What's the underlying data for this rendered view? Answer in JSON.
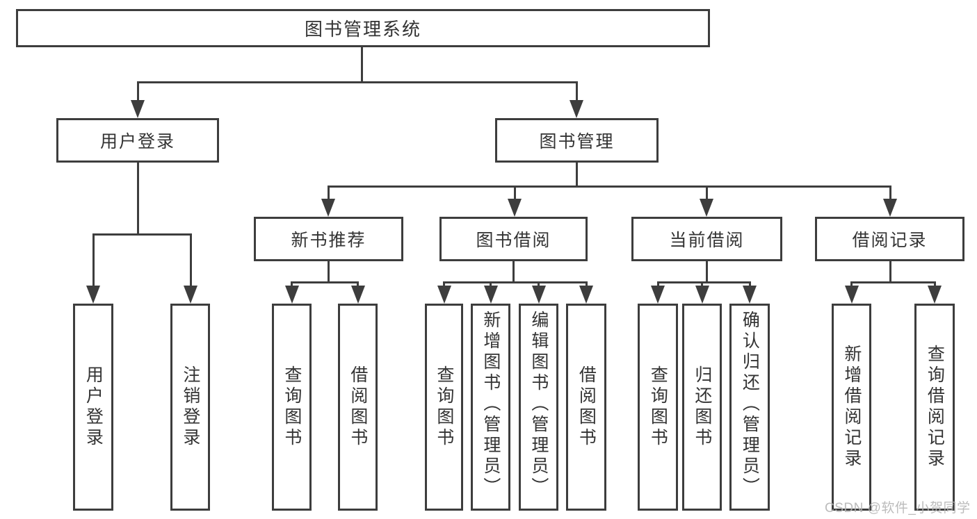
{
  "tree": {
    "root": {
      "label": "图书管理系统"
    },
    "branches": [
      {
        "label": "用户登录",
        "children": [
          {
            "label": "用户登录"
          },
          {
            "label": "注销登录"
          }
        ]
      },
      {
        "label": "图书管理",
        "children": [
          {
            "label": "新书推荐",
            "children": [
              {
                "label": "查询图书"
              },
              {
                "label": "借阅图书"
              }
            ]
          },
          {
            "label": "图书借阅",
            "children": [
              {
                "label": "查询图书"
              },
              {
                "label": "新增图书（管理员）"
              },
              {
                "label": "编辑图书（管理员）"
              },
              {
                "label": "借阅图书"
              }
            ]
          },
          {
            "label": "当前借阅",
            "children": [
              {
                "label": "查询图书"
              },
              {
                "label": "归还图书"
              },
              {
                "label": "确认归还（管理员）"
              }
            ]
          },
          {
            "label": "借阅记录",
            "children": [
              {
                "label": "新增借阅记录"
              },
              {
                "label": "查询借阅记录"
              }
            ]
          }
        ]
      }
    ]
  },
  "watermark": "CSDN @软件_小贺同学",
  "colors": {
    "line": "#3d3d3d",
    "text": "#333333",
    "watermark": "#b5b5b5",
    "background": "#ffffff"
  }
}
